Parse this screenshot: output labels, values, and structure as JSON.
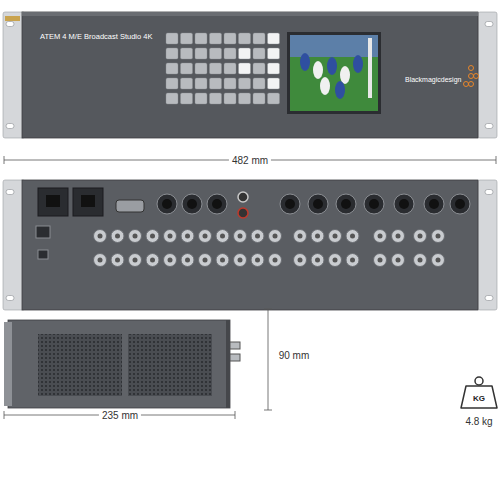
{
  "diagram": {
    "nodes": [
      {
        "text": [
          "ATEM 4 M/E Broadcast Studio 4K",
          "Blackmagicdesign"
        ]
      },
      {
        "text": [
          "KG"
        ]
      }
    ],
    "labels": [
      "482 mm",
      "90 mm",
      "235 mm",
      "4.8 kg"
    ]
  }
}
